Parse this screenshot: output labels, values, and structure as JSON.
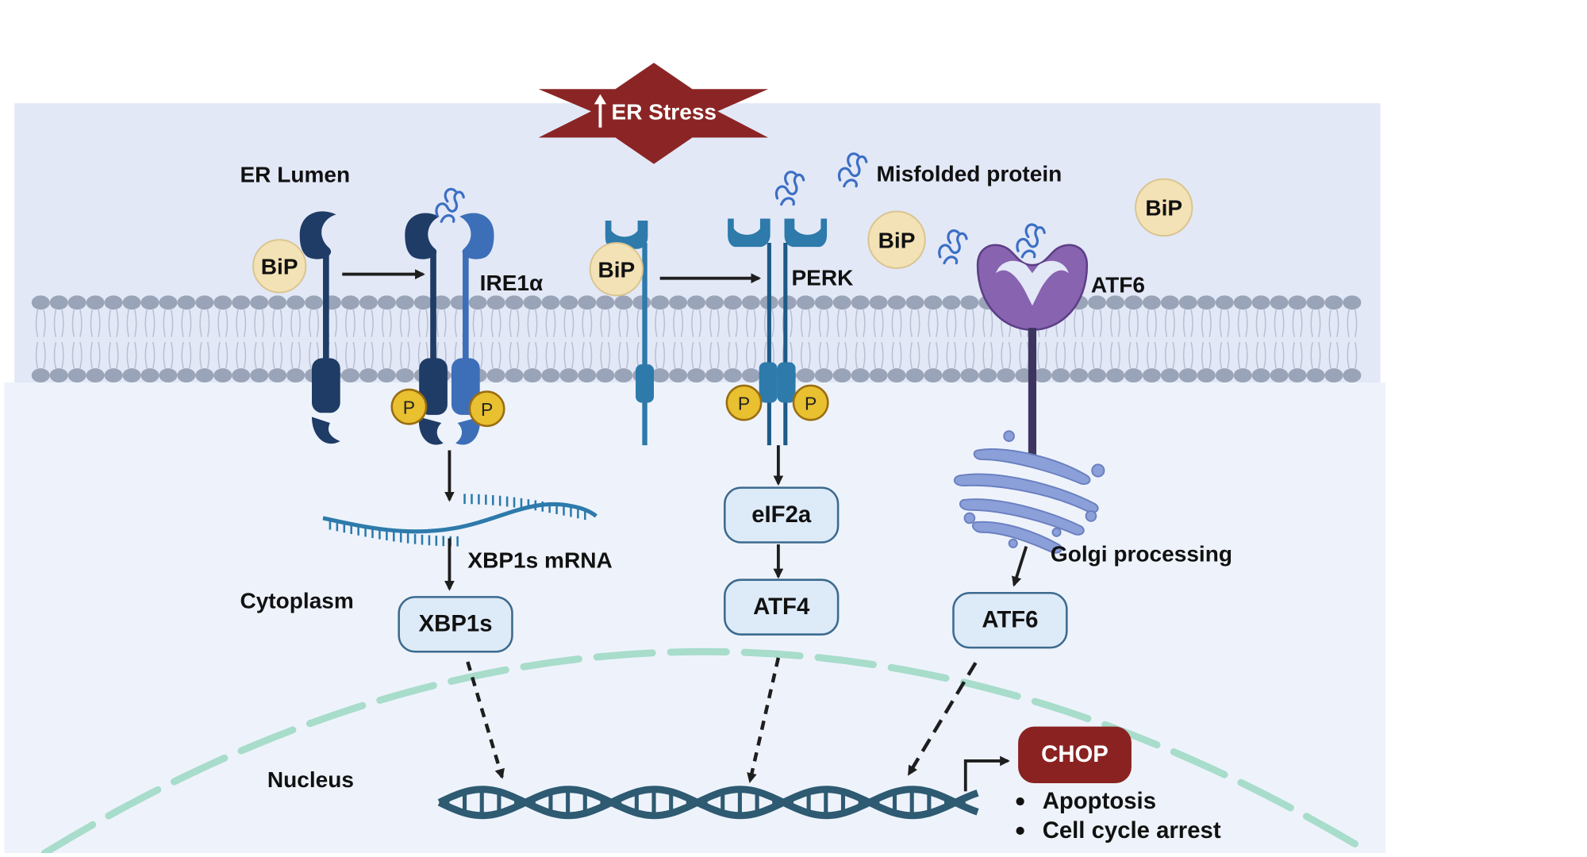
{
  "labels": {
    "er_stress": "ER Stress",
    "er_lumen": "ER Lumen",
    "misfolded_protein": "Misfolded protein",
    "ire1a": "IRE1α",
    "perk": "PERK",
    "atf6_receptor": "ATF6",
    "xbp1s_mrna": "XBP1s mRNA",
    "cytoplasm": "Cytoplasm",
    "nucleus": "Nucleus",
    "golgi_processing": "Golgi processing",
    "phospho": "P",
    "chop": "CHOP",
    "apoptosis": "Apoptosis",
    "cell_cycle_arrest": "Cell cycle arrest"
  },
  "bip": {
    "label": "BiP"
  },
  "boxes": {
    "xbp1s": "XBP1s",
    "eif2a": "eIF2a",
    "atf4": "ATF4",
    "atf6": "ATF6"
  },
  "colors": {
    "er_region": "#e3e8f7",
    "cytoplasm_region": "#eef3fb",
    "stress_star": "#8b2525",
    "chop_box": "#8b2222",
    "bip_fill": "#f3e2b5",
    "phospho_fill": "#e8c030",
    "box_fill": "#ddeaf8",
    "box_stroke": "#3d6a8e",
    "nuclear_envelope": "#a8dccb",
    "dna": "#2e5a72",
    "ire1_dark": "#1f3c66",
    "ire1_light": "#3d6fb8",
    "perk": "#2d7aab",
    "atf6": "#8863b0",
    "golgi": "#8b9fd8",
    "membrane_head": "#9aa4b8"
  }
}
